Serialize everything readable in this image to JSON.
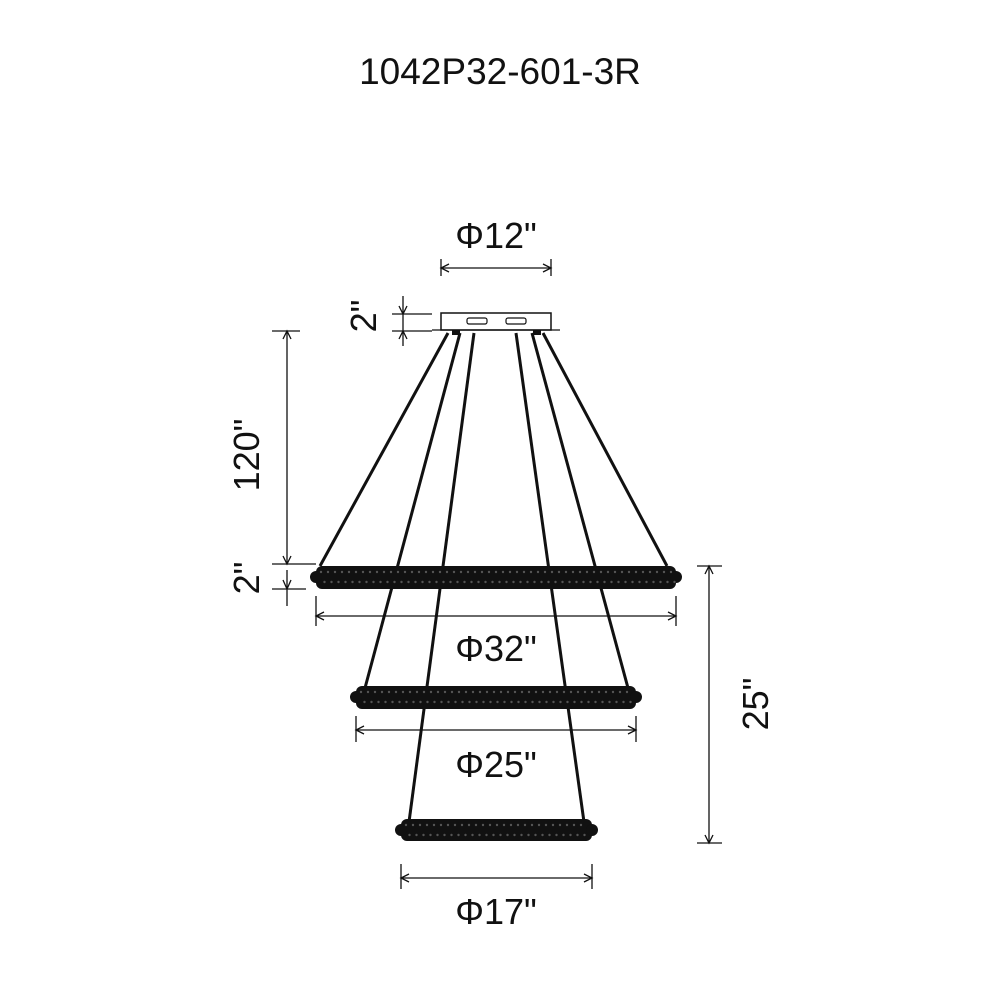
{
  "title": "1042P32-601-3R",
  "dimensions": {
    "canopy_diameter": "Φ12\"",
    "canopy_height": "2\"",
    "cable_length": "120\"",
    "ring_height": "2\"",
    "ring_top_diameter": "Φ32\"",
    "ring_middle_diameter": "Φ25\"",
    "ring_bottom_diameter": "Φ17\"",
    "rings_overall_height": "25\""
  }
}
